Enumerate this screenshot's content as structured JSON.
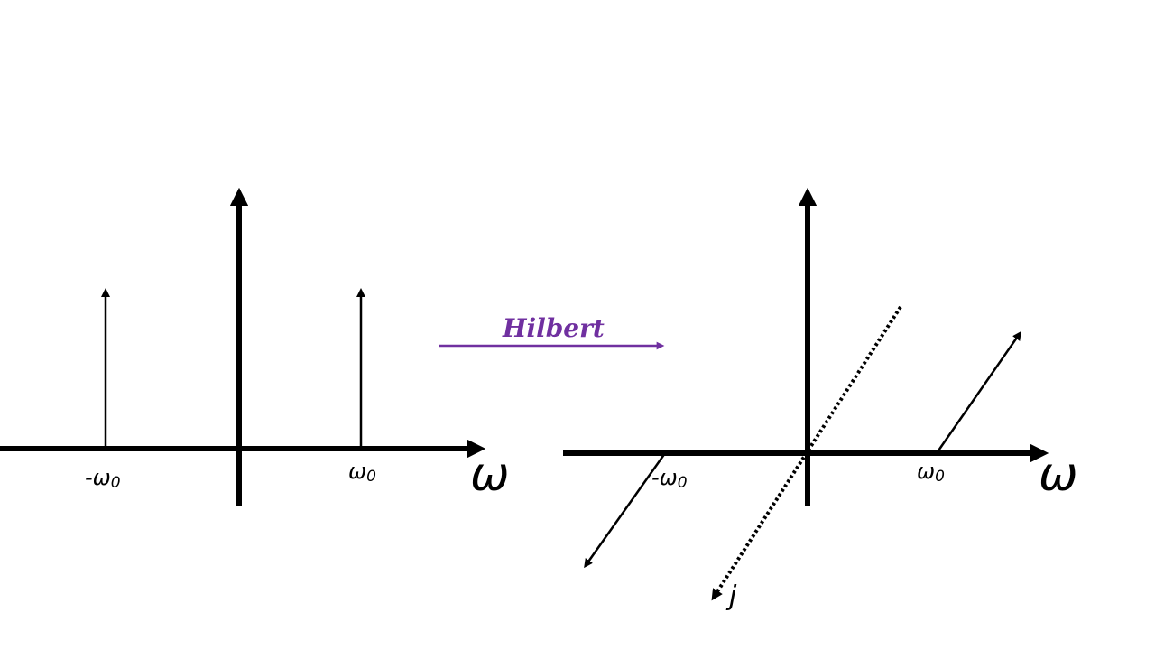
{
  "left_panel": {
    "neg_freq_label": {
      "prefix": "-ω",
      "sub": "0"
    },
    "pos_freq_label": {
      "prefix": "ω",
      "sub": "0"
    },
    "axis_label": "ω"
  },
  "transform": {
    "label": "Hilbert",
    "color": "#7030a0"
  },
  "right_panel": {
    "neg_freq_label": {
      "prefix": "-ω",
      "sub": "0"
    },
    "pos_freq_label": {
      "prefix": "ω",
      "sub": "0"
    },
    "axis_label": "ω",
    "imaginary_axis_label": "j"
  }
}
